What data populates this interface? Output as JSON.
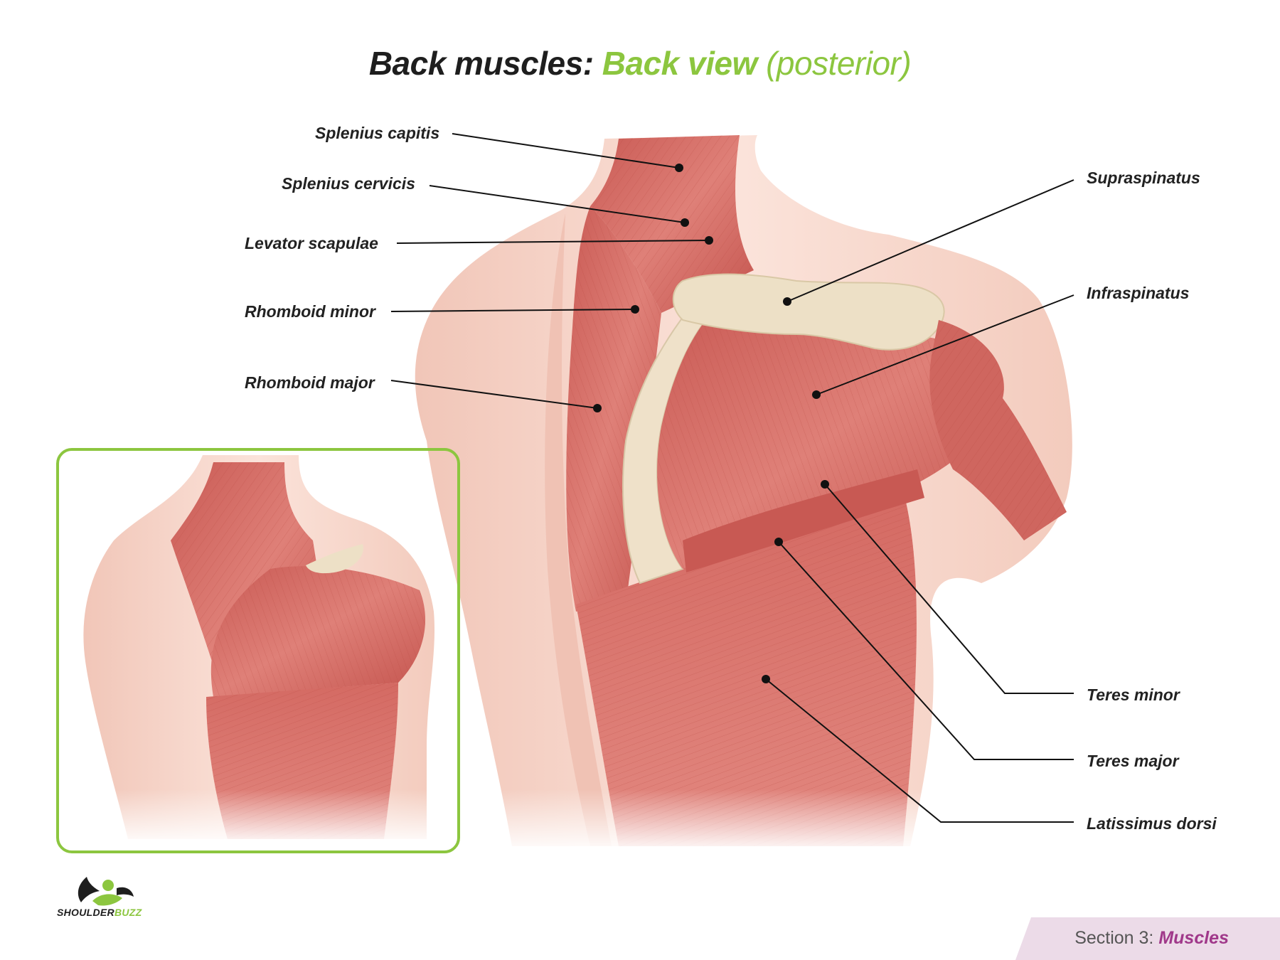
{
  "title": {
    "part1": "Back muscles",
    "colon": ":",
    "part2": "Back view",
    "part3": "(posterior)"
  },
  "labels": {
    "splenius_capitis": "Splenius capitis",
    "splenius_cervicis": "Splenius cervicis",
    "levator_scapulae": "Levator scapulae",
    "rhomboid_minor": "Rhomboid minor",
    "rhomboid_major": "Rhomboid major",
    "supraspinatus": "Supraspinatus",
    "infraspinatus": "Infraspinatus",
    "teres_minor": "Teres minor",
    "teres_major": "Teres major",
    "latissimus_dorsi": "Latissimus dorsi"
  },
  "logo": {
    "name_part1": "SHOULDER",
    "name_part2": "BUZZ"
  },
  "footer": {
    "section_prefix": "Section 3:",
    "section_name": "Muscles"
  },
  "colors": {
    "accent_green": "#8cc63f",
    "muscle_red": "#d9736b",
    "skin": "#f6d3c8",
    "bone": "#eee0c8",
    "section_magenta": "#a0388a",
    "section_tab_bg": "#ecdbe8"
  }
}
